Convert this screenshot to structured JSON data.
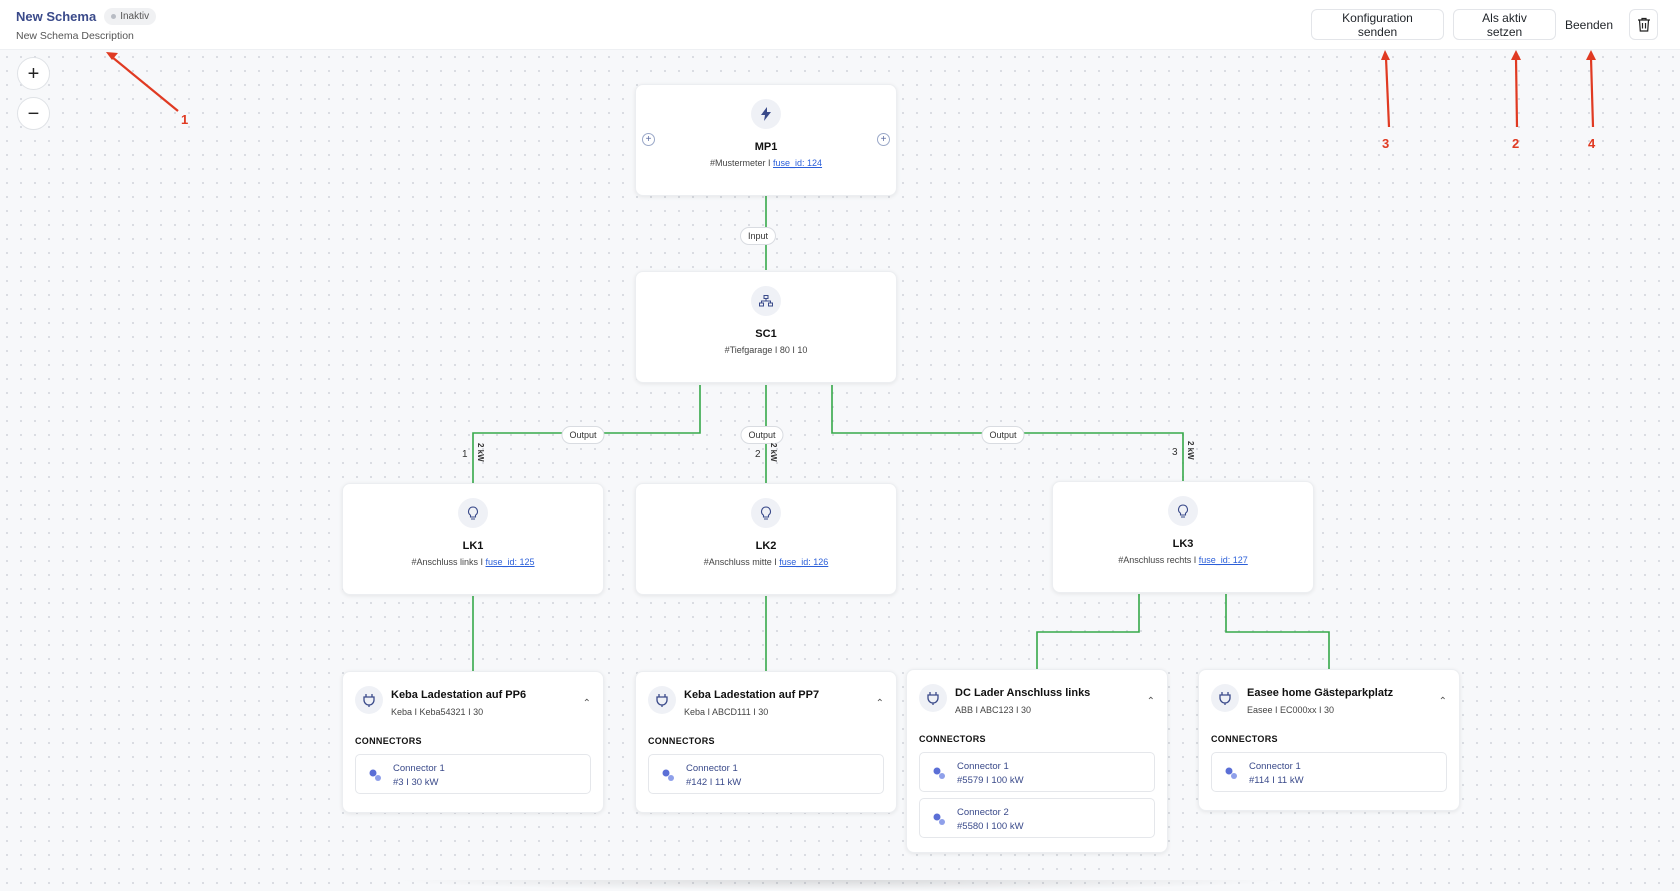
{
  "header": {
    "schema_name": "New Schema",
    "status": "Inaktiv",
    "description": "New Schema Description",
    "buttons": {
      "send_config": "Konfiguration senden",
      "set_active": "Als aktiv setzen",
      "finish": "Beenden"
    }
  },
  "zoom": {
    "in": "+",
    "out": "−"
  },
  "nodes": {
    "mp1": {
      "title": "MP1",
      "sub_text": "#Mustermeter I",
      "link": "fuse_id: 124",
      "icon": "bolt-icon"
    },
    "sc1": {
      "title": "SC1",
      "sub_text": "#Tiefgarage I 80 I 10",
      "icon": "network-icon"
    },
    "lk1": {
      "title": "LK1",
      "sub_text": "#Anschluss links I",
      "link": "fuse_id: 125",
      "icon": "bulb-icon"
    },
    "lk2": {
      "title": "LK2",
      "sub_text": "#Anschluss mitte I",
      "link": "fuse_id: 126",
      "icon": "bulb-icon"
    },
    "lk3": {
      "title": "LK3",
      "sub_text": "#Anschluss rechts I",
      "link": "fuse_id: 127",
      "icon": "bulb-icon"
    }
  },
  "edges": {
    "input_label": "Input",
    "output_label": "Output",
    "lk1": {
      "num": "1",
      "kw": "2 kW"
    },
    "lk2": {
      "num": "2",
      "kw": "2 kW"
    },
    "lk3": {
      "num": "3",
      "kw": "2 kW"
    }
  },
  "connectors_heading": "CONNECTORS",
  "devices": [
    {
      "title": "Keba Ladestation auf PP6",
      "sub": "Keba I Keba54321 I 30",
      "connectors": [
        {
          "name": "Connector 1",
          "value": "#3 I 30 kW"
        }
      ]
    },
    {
      "title": "Keba Ladestation auf PP7",
      "sub": "Keba I ABCD111 I 30",
      "connectors": [
        {
          "name": "Connector 1",
          "value": "#142 I 11 kW"
        }
      ]
    },
    {
      "title": "DC Lader Anschluss links",
      "sub": "ABB I ABC123 I 30",
      "connectors": [
        {
          "name": "Connector 1",
          "value": "#5579 I 100 kW"
        },
        {
          "name": "Connector 2",
          "value": "#5580 I 100 kW"
        }
      ]
    },
    {
      "title": "Easee home Gästeparkplatz",
      "sub": "Easee I EC000xx I 30",
      "connectors": [
        {
          "name": "Connector 1",
          "value": "#114 I 11 kW"
        }
      ]
    }
  ],
  "annotations": [
    "1",
    "2",
    "3",
    "4"
  ],
  "colors": {
    "wire": "#36a94a",
    "arrow": "#e03a22",
    "accent": "#3a4a8a"
  }
}
